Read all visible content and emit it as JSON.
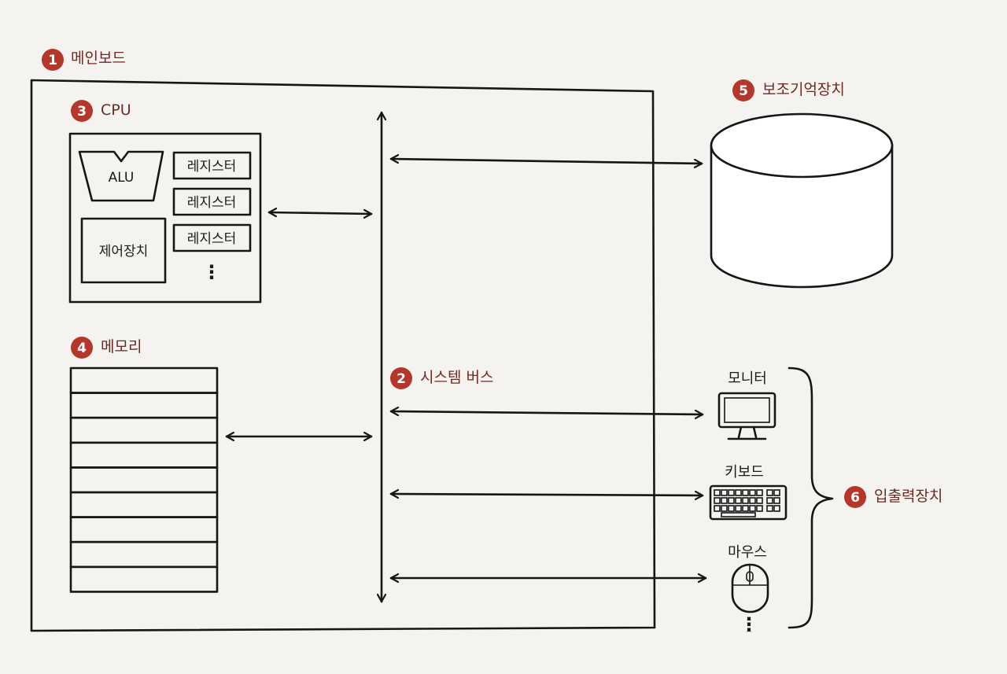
{
  "labels": {
    "mainboard": {
      "num": "1",
      "text": "메인보드"
    },
    "system_bus": {
      "num": "2",
      "text": "시스템 버스"
    },
    "cpu": {
      "num": "3",
      "text": "CPU"
    },
    "memory": {
      "num": "4",
      "text": "메모리"
    },
    "secondary_storage": {
      "num": "5",
      "text": "보조기억장치"
    },
    "io_devices": {
      "num": "6",
      "text": "입출력장치"
    }
  },
  "cpu": {
    "alu": "ALU",
    "control_unit": "제어장치",
    "registers": [
      "레지스터",
      "레지스터",
      "레지스터"
    ],
    "more": "⋮"
  },
  "io": {
    "monitor": "모니터",
    "keyboard": "키보드",
    "mouse": "마우스",
    "more": "⋮"
  },
  "memory": {
    "cell_count": 9
  },
  "colors": {
    "badge": "#b5372b",
    "label": "#6e2a22",
    "ink": "#161616",
    "paper": "#f4f3f0"
  }
}
